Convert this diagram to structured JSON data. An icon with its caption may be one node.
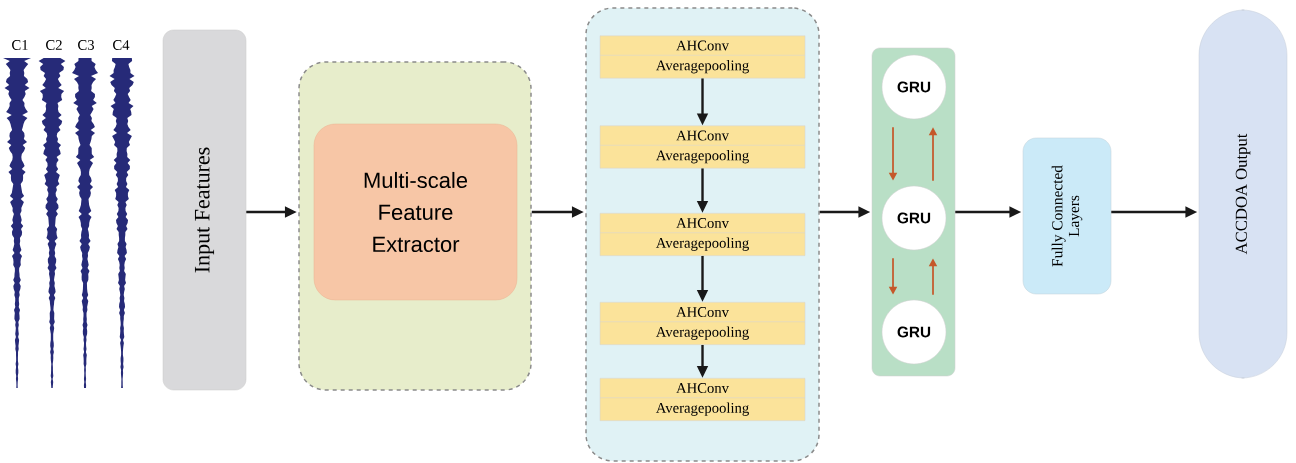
{
  "diagram": {
    "nodes": [
      {
        "text": [
          "Input Features"
        ]
      },
      {
        "text": [],
        "shape": "box"
      },
      {
        "text": [
          "Multi-scale Feature Extractor"
        ],
        "in": 1
      },
      {
        "text": [],
        "shape": "box"
      },
      {
        "text": [
          "AHConv",
          "Averagepooling"
        ],
        "in": 3
      },
      {
        "text": [
          "AHConv",
          "Averagepooling"
        ],
        "in": 3
      },
      {
        "text": [
          "AHConv",
          "Averagepooling"
        ],
        "in": 3
      },
      {
        "text": [
          "AHConv",
          "Averagepooling"
        ],
        "in": 3
      },
      {
        "text": [
          "AHConv",
          "Averagepooling"
        ],
        "in": 3
      },
      {
        "text": [],
        "shape": "box"
      },
      {
        "text": [
          "GRU"
        ],
        "in": 9
      },
      {
        "text": [
          "GRU"
        ],
        "in": 9
      },
      {
        "text": [
          "GRU"
        ],
        "in": 9
      },
      {
        "text": [
          "Fully Connected Layers"
        ]
      },
      {
        "text": [
          "ACCDOA Output"
        ]
      }
    ],
    "edges": [
      {
        "from": 0,
        "to": 1,
        "arrow": "to"
      },
      {
        "from": 1,
        "to": 3,
        "arrow": "to"
      },
      {
        "from": 4,
        "to": 5,
        "arrow": "to"
      },
      {
        "from": 5,
        "to": 6,
        "arrow": "to"
      },
      {
        "from": 6,
        "to": 7,
        "arrow": "to"
      },
      {
        "from": 7,
        "to": 8,
        "arrow": "to"
      },
      {
        "from": 3,
        "to": 9,
        "arrow": "to"
      },
      {
        "from": 10,
        "to": 11,
        "arrow": "to",
        "color": "#c5582a"
      },
      {
        "from": 11,
        "to": 10,
        "arrow": "to",
        "color": "#c5582a"
      },
      {
        "from": 11,
        "to": 12,
        "arrow": "to",
        "color": "#c5582a"
      },
      {
        "from": 12,
        "to": 11,
        "arrow": "to",
        "color": "#c5582a"
      },
      {
        "from": 9,
        "to": 13,
        "arrow": "to"
      },
      {
        "from": 13,
        "to": 14,
        "arrow": "to"
      }
    ],
    "labels": [
      "C1",
      "C2",
      "C3",
      "C4"
    ]
  }
}
